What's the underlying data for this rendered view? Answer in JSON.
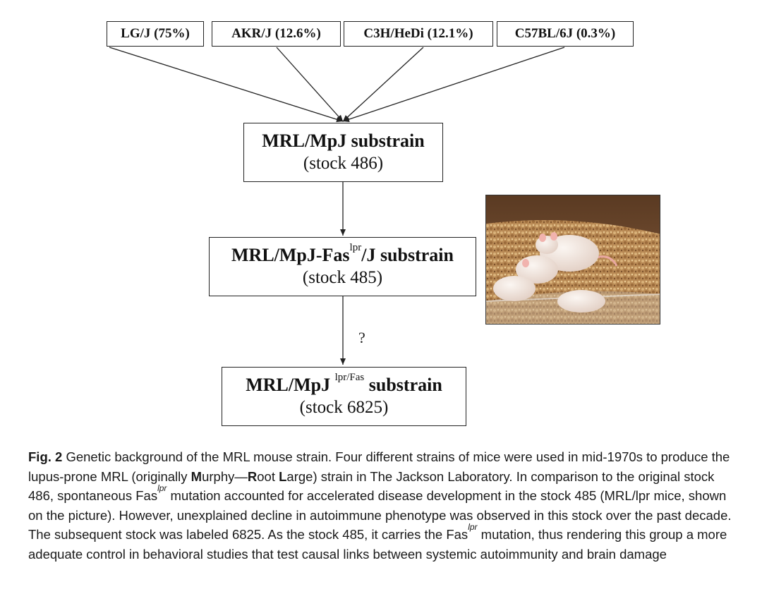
{
  "sources": [
    {
      "label": "LG/J (75%)"
    },
    {
      "label": "AKR/J (12.6%)"
    },
    {
      "label": "C3H/HeDi (12.1%)"
    },
    {
      "label": "C57BL/6J (0.3%)"
    }
  ],
  "substrains": {
    "s486": {
      "name": "MRL/MpJ substrain",
      "stock": "(stock 486)"
    },
    "s485": {
      "name_pre": "MRL/MpJ-Fas",
      "name_sup": "lpr",
      "name_post": "/J substrain",
      "stock": "(stock 485)"
    },
    "s6825": {
      "name_pre": "MRL/MpJ ",
      "name_sup": "lpr/Fas",
      "name_post": " substrain",
      "stock": "(stock 6825)"
    }
  },
  "question_mark": "?",
  "photo": {
    "icon": "mice-photo"
  },
  "caption": {
    "fig_label": "Fig. 2",
    "p1": " Genetic background of the MRL mouse strain. Four different strains of mice were used in mid-1970s to produce the lupus-prone MRL (originally ",
    "m": "M",
    "p2": "urphy—",
    "r": "R",
    "p3": "oot ",
    "l": "L",
    "p4": "arge) strain in The Jackson Laboratory. In comparison to the original stock 486, spontaneous Fas",
    "sup1": "lpr",
    "p5": " mutation accounted for accelerated disease development in the stock 485 (MRL/lpr mice, shown on the picture). However, unexplained decline in autoimmune phenotype was observed in this stock over the past decade. The subsequent stock was labeled 6825. As the stock 485, it carries the Fas",
    "sup2": "lpr",
    "p6": " mutation, thus rendering this group a more adequate control in behavioral studies that test causal links between systemic autoimmunity and brain damage"
  }
}
